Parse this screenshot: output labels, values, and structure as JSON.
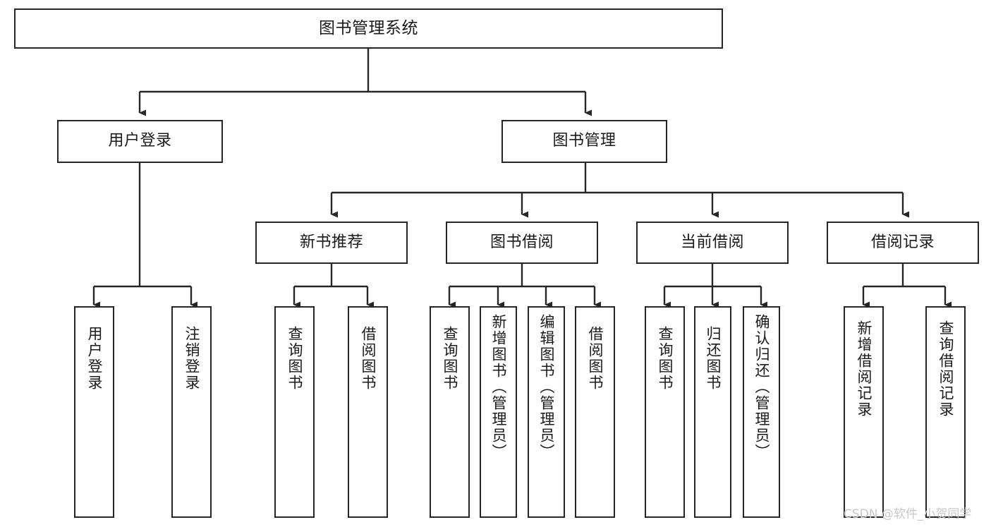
{
  "diagram": {
    "title": "图书管理系统",
    "type": "tree-hierarchy",
    "watermark": "CSDN @软件_小贺同学",
    "colors": {
      "box_border": "#262626",
      "box_fill": "#ffffff",
      "edge": "#262626",
      "text": "#1a1a1a",
      "watermark": "#c9c9c9",
      "background": "#ffffff"
    },
    "root": {
      "id": "root",
      "label": "图书管理系统"
    },
    "level2": [
      {
        "id": "user-login",
        "label": "用户登录"
      },
      {
        "id": "book-manage",
        "label": "图书管理"
      }
    ],
    "level3": [
      {
        "id": "new-book-recommend",
        "label": "新书推荐",
        "parent": "book-manage"
      },
      {
        "id": "book-borrow",
        "label": "图书借阅",
        "parent": "book-manage"
      },
      {
        "id": "current-borrow",
        "label": "当前借阅",
        "parent": "book-manage"
      },
      {
        "id": "borrow-record",
        "label": "借阅记录",
        "parent": "book-manage"
      }
    ],
    "leaves": {
      "user-login": [
        {
          "id": "leaf-user-login",
          "label": "用户登录"
        },
        {
          "id": "leaf-user-logout",
          "label": "注销登录"
        }
      ],
      "new-book-recommend": [
        {
          "id": "leaf-query-book-1",
          "label": "查询图书"
        },
        {
          "id": "leaf-borrow-book-1",
          "label": "借阅图书"
        }
      ],
      "book-borrow": [
        {
          "id": "leaf-query-book-2",
          "label": "查询图书"
        },
        {
          "id": "leaf-add-book",
          "label": "新增图书（管理员）"
        },
        {
          "id": "leaf-edit-book",
          "label": "编辑图书（管理员）"
        },
        {
          "id": "leaf-borrow-book-2",
          "label": "借阅图书"
        }
      ],
      "current-borrow": [
        {
          "id": "leaf-query-book-3",
          "label": "查询图书"
        },
        {
          "id": "leaf-return-book",
          "label": "归还图书"
        },
        {
          "id": "leaf-confirm-return",
          "label": "确认归还（管理员）"
        }
      ],
      "borrow-record": [
        {
          "id": "leaf-add-record",
          "label": "新增借阅记录"
        },
        {
          "id": "leaf-query-record",
          "label": "查询借阅记录"
        }
      ]
    }
  }
}
